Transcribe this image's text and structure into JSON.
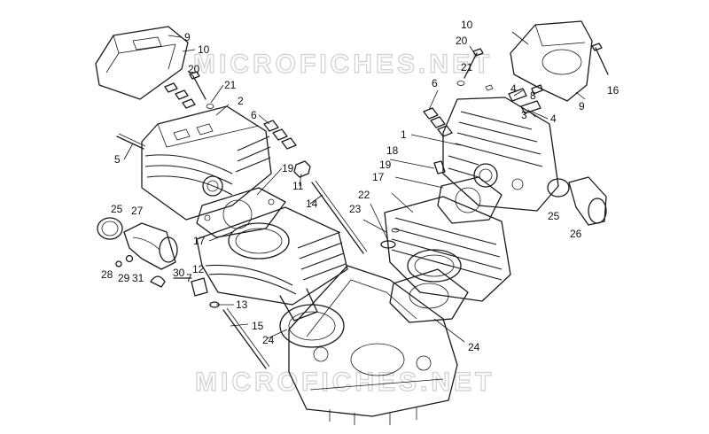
{
  "watermark": "MICROFICHES.NET",
  "callouts": [
    {
      "id": "c9-left",
      "label": "9"
    },
    {
      "id": "c10-left",
      "label": "10"
    },
    {
      "id": "c20-left",
      "label": "20"
    },
    {
      "id": "c21-left",
      "label": "21"
    },
    {
      "id": "c2-left",
      "label": "2"
    },
    {
      "id": "c6-left",
      "label": "6"
    },
    {
      "id": "c5-left",
      "label": "5"
    },
    {
      "id": "c19-left",
      "label": "19"
    },
    {
      "id": "c11-left",
      "label": "11"
    },
    {
      "id": "c14-left",
      "label": "14"
    },
    {
      "id": "c25-left",
      "label": "25"
    },
    {
      "id": "c27-left",
      "label": "27"
    },
    {
      "id": "c17-left",
      "label": "17"
    },
    {
      "id": "c28-left",
      "label": "28"
    },
    {
      "id": "c29-left",
      "label": "29"
    },
    {
      "id": "c31-left",
      "label": "31"
    },
    {
      "id": "c30-left",
      "label": "30"
    },
    {
      "id": "c12-left",
      "label": "12"
    },
    {
      "id": "c7-left",
      "label": "7"
    },
    {
      "id": "c13-left",
      "label": "13"
    },
    {
      "id": "c15-left",
      "label": "15"
    },
    {
      "id": "c24-left",
      "label": "24"
    },
    {
      "id": "c10-right",
      "label": "10"
    },
    {
      "id": "c20-right",
      "label": "20"
    },
    {
      "id": "c21-right",
      "label": "21"
    },
    {
      "id": "c6-right",
      "label": "6"
    },
    {
      "id": "c4a-right",
      "label": "4"
    },
    {
      "id": "c8-right",
      "label": "8"
    },
    {
      "id": "c3-right",
      "label": "3"
    },
    {
      "id": "c16-right",
      "label": "16"
    },
    {
      "id": "c9-right",
      "label": "9"
    },
    {
      "id": "c4b-right",
      "label": "4"
    },
    {
      "id": "c1-right",
      "label": "1"
    },
    {
      "id": "c18-right",
      "label": "18"
    },
    {
      "id": "c19-right",
      "label": "19"
    },
    {
      "id": "c17-right",
      "label": "17"
    },
    {
      "id": "c22-right",
      "label": "22"
    },
    {
      "id": "c23-right",
      "label": "23"
    },
    {
      "id": "c25-right",
      "label": "25"
    },
    {
      "id": "c26-right",
      "label": "26"
    },
    {
      "id": "c24-right",
      "label": "24"
    }
  ]
}
